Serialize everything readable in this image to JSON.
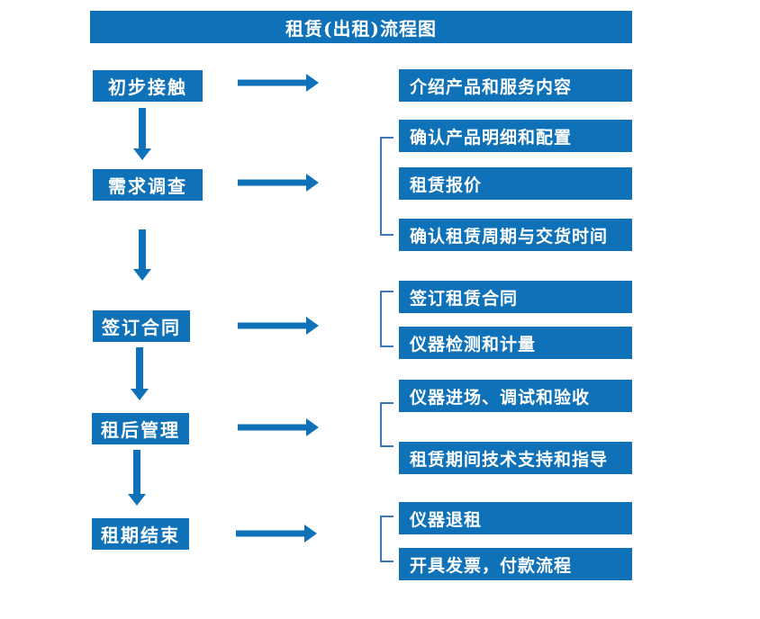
{
  "title": "租赁(出租)流程图",
  "colors": {
    "box_blue": "#0f72b9",
    "arrow_blue": "#0f72b9",
    "bracket_blue": "#3d78bb",
    "text_white": "#ffffff",
    "background": "#ffffff"
  },
  "flow": [
    {
      "stage": "初步接触",
      "details": [
        "介绍产品和服务内容"
      ]
    },
    {
      "stage": "需求调查",
      "details": [
        "确认产品明细和配置",
        "租赁报价",
        "确认租赁周期与交货时间"
      ]
    },
    {
      "stage": "签订合同",
      "details": [
        "签订租赁合同",
        "仪器检测和计量"
      ]
    },
    {
      "stage": "租后管理",
      "details": [
        "仪器进场、调试和验收",
        "租赁期间技术支持和指导"
      ]
    },
    {
      "stage": "租期结束",
      "details": [
        "仪器退租",
        "开具发票，付款流程"
      ]
    }
  ]
}
